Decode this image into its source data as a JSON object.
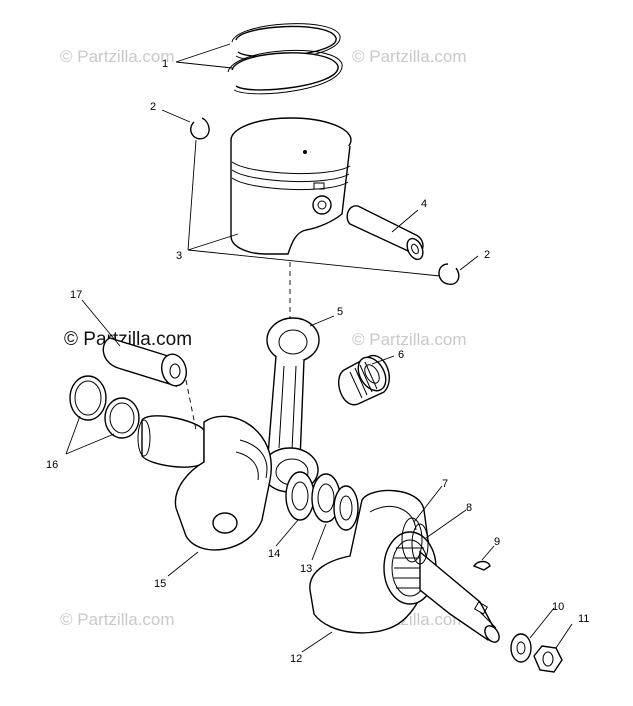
{
  "watermark": {
    "faint": "© Partzilla.com",
    "strong": "© Partzilla.com"
  },
  "callouts": {
    "c1": "1",
    "c2a": "2",
    "c2b": "2",
    "c3": "3",
    "c4": "4",
    "c5": "5",
    "c6": "6",
    "c7": "7",
    "c8": "8",
    "c9": "9",
    "c10": "10",
    "c11": "11",
    "c12": "12",
    "c13": "13",
    "c14": "14",
    "c15": "15",
    "c16": "16",
    "c17": "17"
  },
  "colors": {
    "line": "#000000",
    "watermark_faint": "#c9c9c9",
    "watermark_strong": "#111111"
  }
}
